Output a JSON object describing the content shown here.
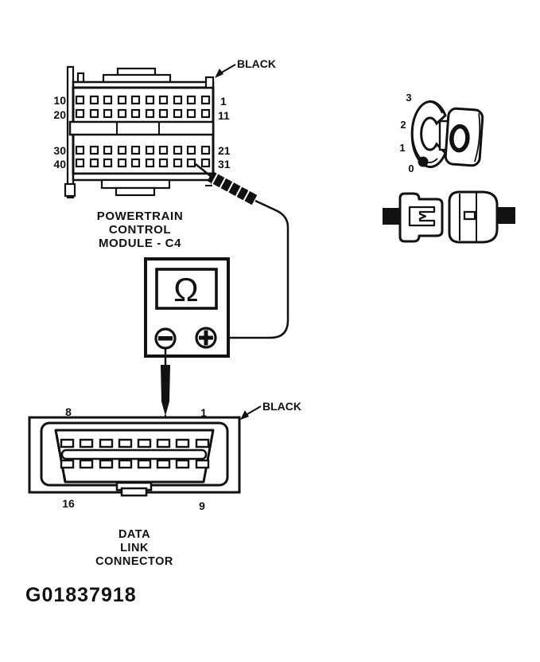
{
  "colors": {
    "ink": "#111111",
    "paper": "#ffffff"
  },
  "figure_id": "G01837918",
  "pcm_connector": {
    "color_label": "BLACK",
    "caption": [
      "POWERTRAIN",
      "CONTROL",
      "MODULE - C4"
    ],
    "pin_labels": {
      "row1_left": "10",
      "row2_left": "20",
      "row3_left": "30",
      "row4_left": "40",
      "row1_right": "1",
      "row2_right": "11",
      "row3_right": "21",
      "row4_right": "31"
    }
  },
  "ohmmeter": {
    "display_symbol": "Ω",
    "negative_symbol": "−",
    "positive_symbol": "+"
  },
  "terminal_view": {
    "position_labels": [
      "3",
      "2",
      "1",
      "0"
    ]
  },
  "data_link_connector": {
    "color_label": "BLACK",
    "caption": [
      "DATA",
      "LINK",
      "CONNECTOR"
    ],
    "pin_labels": {
      "top_left": "8",
      "top_right": "1",
      "bottom_left": "16",
      "bottom_right": "9"
    }
  }
}
